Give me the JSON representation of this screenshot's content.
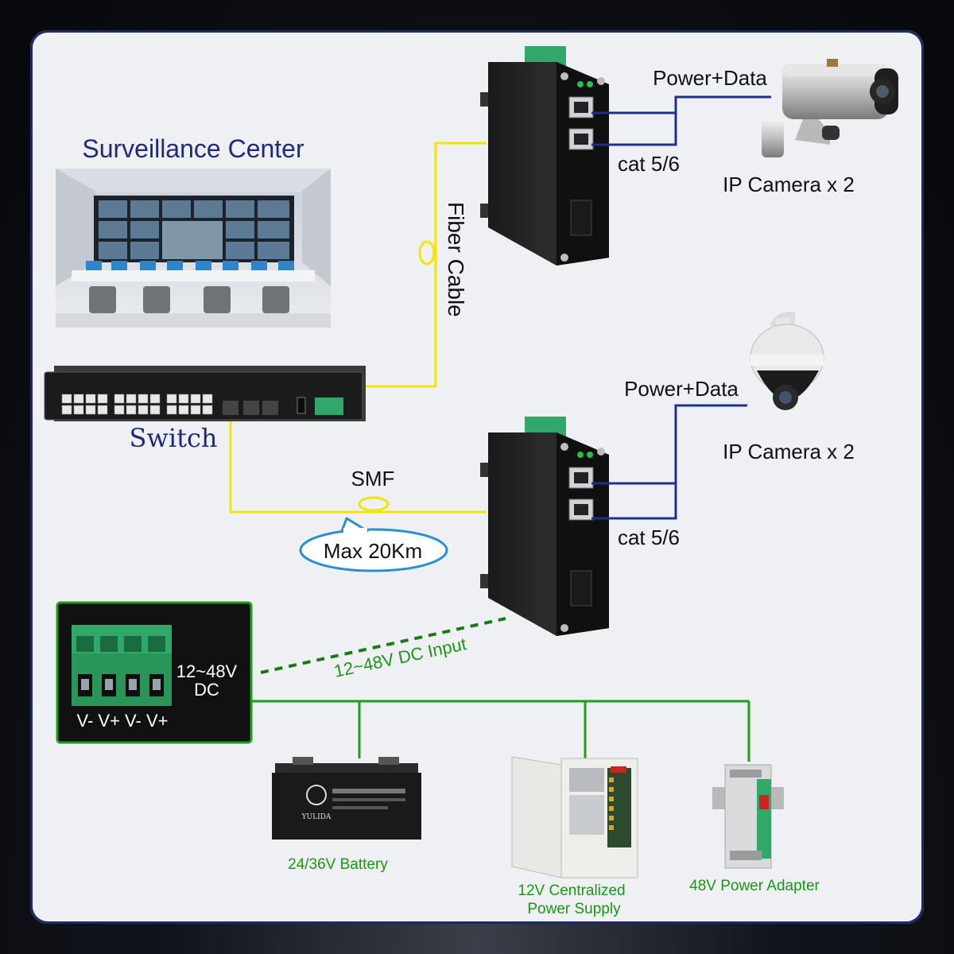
{
  "labels": {
    "surveillance_center": "Surveillance Center",
    "switch": "Switch",
    "fiber_cable": "Fiber Cable",
    "smf": "SMF",
    "max_distance": "Max 20Km",
    "power_data_top": "Power+Data",
    "power_data_bottom": "Power+Data",
    "cat_top": "cat 5/6",
    "cat_bottom": "cat 5/6",
    "ip_camera_top": "IP Camera x 2",
    "ip_camera_bottom": "IP Camera x 2",
    "dc_input": "12~48V DC Input",
    "terminal_voltage": "12~48V",
    "terminal_dc": "DC",
    "terminal_pins": "V- V+ V- V+",
    "battery": "24/36V Battery",
    "centralized_line1": "12V Centralized",
    "centralized_line2": "Power Supply",
    "power_adapter": "48V Power Adapter",
    "battery_brand": "YULIDA"
  },
  "colors": {
    "fiber": "#f2e600",
    "ethernet": "#1e2f8f",
    "power": "#1aa016",
    "title_blue": "#1f2a7a",
    "terminal_green": "#2fa86a"
  }
}
